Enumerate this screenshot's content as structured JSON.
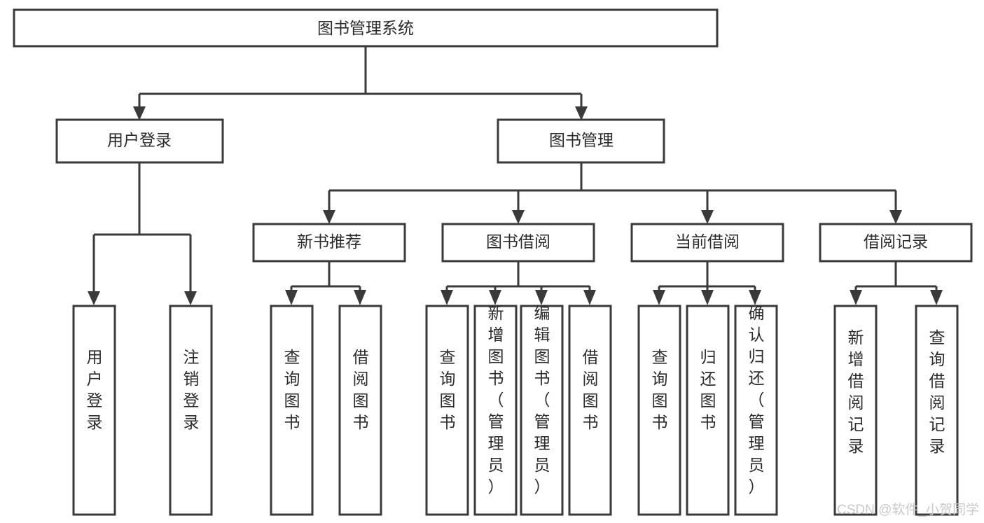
{
  "diagram": {
    "title": "图书管理系统",
    "type": "tree",
    "root": {
      "label": "图书管理系统",
      "orientation": "horizontal"
    },
    "level2": [
      {
        "label": "用户登录",
        "orientation": "horizontal"
      },
      {
        "label": "图书管理",
        "orientation": "horizontal"
      }
    ],
    "level3": [
      {
        "label": "新书推荐",
        "orientation": "horizontal"
      },
      {
        "label": "图书借阅",
        "orientation": "horizontal"
      },
      {
        "label": "当前借阅",
        "orientation": "horizontal"
      },
      {
        "label": "借阅记录",
        "orientation": "horizontal"
      }
    ],
    "leaves": {
      "user_login": [
        {
          "label": "用户登录",
          "orientation": "vertical"
        },
        {
          "label": "注销登录",
          "orientation": "vertical"
        }
      ],
      "new_book_recommend": [
        {
          "label": "查询图书",
          "orientation": "vertical"
        },
        {
          "label": "借阅图书",
          "orientation": "vertical"
        }
      ],
      "book_borrow": [
        {
          "label": "查询图书",
          "orientation": "vertical"
        },
        {
          "label": "新增图书（管理员）",
          "orientation": "vertical"
        },
        {
          "label": "编辑图书（管理员）",
          "orientation": "vertical"
        },
        {
          "label": "借阅图书",
          "orientation": "vertical"
        }
      ],
      "current_borrow": [
        {
          "label": "查询图书",
          "orientation": "vertical"
        },
        {
          "label": "归还图书",
          "orientation": "vertical"
        },
        {
          "label": "确认归还（管理员）",
          "orientation": "vertical"
        }
      ],
      "borrow_record": [
        {
          "label": "新增借阅记录",
          "orientation": "vertical"
        },
        {
          "label": "查询借阅记录",
          "orientation": "vertical"
        }
      ]
    },
    "watermark": "CSDN @软件_小贺同学",
    "colors": {
      "box_stroke": "#3a3a3a",
      "box_fill": "#ffffff",
      "text": "#2b2b2b",
      "watermark": "#c9c9c9",
      "background": "#ffffff"
    }
  }
}
